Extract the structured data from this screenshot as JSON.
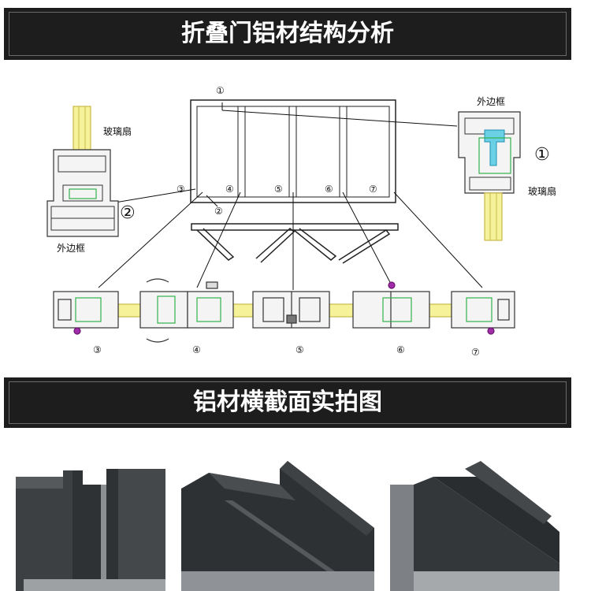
{
  "header_title": "折叠门铝材结构分析",
  "section_title": "铝材横截面实拍图",
  "labels": {
    "glass_sash_left": "玻璃扇",
    "outer_frame_left": "外边框",
    "outer_frame_right": "外边框",
    "glass_sash_right": "玻璃扇"
  },
  "markers": {
    "m1": "①",
    "m2": "②",
    "m3": "③",
    "m4": "④",
    "m5": "⑤",
    "m6": "⑥",
    "m7": "⑦"
  },
  "colors": {
    "banner": "#1d1d1d",
    "profile_line": "#333333",
    "profile_fill": "#f4f4f4",
    "glass_yellow": "#f6f29a",
    "gasket_green": "#33b24a",
    "insulation_blue": "#6ad0e6",
    "handle_purple": "#a02ca8",
    "aluminum_dark": "#3a3d40"
  }
}
